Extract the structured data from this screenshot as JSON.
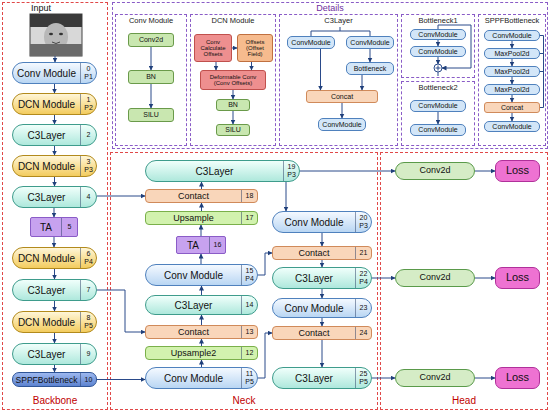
{
  "diagram": {
    "nodes": [
      {
        "text": [
          "Backbone"
        ]
      },
      {
        "text": [
          "Conv Module",
          "0",
          "P1"
        ],
        "in": 0
      },
      {
        "text": [
          "DCN Module",
          "1",
          "P2"
        ],
        "in": 0
      },
      {
        "text": [
          "C3Layer",
          "2"
        ],
        "in": 0
      },
      {
        "text": [
          "DCN Module",
          "3",
          "P3"
        ],
        "in": 0
      },
      {
        "text": [
          "C3Layer",
          "4"
        ],
        "in": 0
      },
      {
        "text": [
          "TA",
          "5"
        ],
        "in": 0
      },
      {
        "text": [
          "DCN Module",
          "6",
          "P4"
        ],
        "in": 0
      },
      {
        "text": [
          "C3Layer",
          "7"
        ],
        "in": 0
      },
      {
        "text": [
          "DCN Module",
          "8",
          "P5"
        ],
        "in": 0
      },
      {
        "text": [
          "C3Layer",
          "9"
        ],
        "in": 0
      },
      {
        "text": [
          "SPPFBottleneck",
          "10"
        ],
        "in": 0
      },
      {
        "text": [
          "Details"
        ]
      },
      {
        "text": [
          "Conv Module"
        ],
        "in": 12
      },
      {
        "text": [
          "Conv2d"
        ],
        "in": 13
      },
      {
        "text": [
          "BN"
        ],
        "in": 13
      },
      {
        "text": [
          "SILU"
        ],
        "in": 13
      },
      {
        "text": [
          "DCN Module"
        ],
        "in": 12
      },
      {
        "text": [
          "Conv Calculate Offsets"
        ],
        "in": 17
      },
      {
        "text": [
          "Offsets (Offset Field)"
        ],
        "in": 17
      },
      {
        "text": [
          "Deformable Conv (Conv Offsets)"
        ],
        "in": 17
      },
      {
        "text": [
          "BN"
        ],
        "in": 17
      },
      {
        "text": [
          "SILU"
        ],
        "in": 17
      },
      {
        "text": [
          "C3Layer"
        ],
        "in": 12
      },
      {
        "text": [
          "ConvModule"
        ],
        "in": 23
      },
      {
        "text": [
          "ConvModule"
        ],
        "in": 23
      },
      {
        "text": [
          "Bottleneck"
        ],
        "in": 23
      },
      {
        "text": [
          "Concat"
        ],
        "in": 23
      },
      {
        "text": [
          "ConvModule"
        ],
        "in": 23
      },
      {
        "text": [
          "Bottleneck1"
        ],
        "in": 12
      },
      {
        "text": [
          "ConvModule"
        ],
        "in": 29
      },
      {
        "text": [
          "ConvModule"
        ],
        "in": 29
      },
      {
        "text": [
          "Bottleneck2"
        ],
        "in": 12
      },
      {
        "text": [
          "ConvModule"
        ],
        "in": 32
      },
      {
        "text": [
          "ConvModule"
        ],
        "in": 32
      },
      {
        "text": [
          "SPPFBottleneck"
        ],
        "in": 12
      },
      {
        "text": [
          "ConvModule"
        ],
        "in": 35
      },
      {
        "text": [
          "MaxPool2d"
        ],
        "in": 35
      },
      {
        "text": [
          "MaxPool2d"
        ],
        "in": 35
      },
      {
        "text": [
          "MaxPool2d"
        ],
        "in": 35
      },
      {
        "text": [
          "Concat"
        ],
        "in": 35
      },
      {
        "text": [
          "ConvModule"
        ],
        "in": 35
      },
      {
        "text": [
          "Neck"
        ]
      },
      {
        "text": [
          "C3Layer",
          "19",
          "P3"
        ],
        "in": 42
      },
      {
        "text": [
          "Contact",
          "18"
        ],
        "in": 42
      },
      {
        "text": [
          "Upsample",
          "17"
        ],
        "in": 42
      },
      {
        "text": [
          "TA",
          "16"
        ],
        "in": 42
      },
      {
        "text": [
          "Conv Module",
          "15",
          "P4"
        ],
        "in": 42
      },
      {
        "text": [
          "C3Layer",
          "14"
        ],
        "in": 42
      },
      {
        "text": [
          "Contact",
          "13"
        ],
        "in": 42
      },
      {
        "text": [
          "Upsample2",
          "12"
        ],
        "in": 42
      },
      {
        "text": [
          "Conv Module",
          "11",
          "P5"
        ],
        "in": 42
      },
      {
        "text": [
          "Conv Module",
          "20",
          "P3"
        ],
        "in": 42
      },
      {
        "text": [
          "Contact",
          "21"
        ],
        "in": 42
      },
      {
        "text": [
          "C3Layer",
          "22",
          "P4"
        ],
        "in": 42
      },
      {
        "text": [
          "Conv Module",
          "23"
        ],
        "in": 42
      },
      {
        "text": [
          "Contact",
          "24"
        ],
        "in": 42
      },
      {
        "text": [
          "C3Layer",
          "25",
          "P5"
        ],
        "in": 42
      },
      {
        "text": [
          "Head"
        ]
      },
      {
        "text": [
          "Conv2d"
        ],
        "in": 58
      },
      {
        "text": [
          "Loss"
        ],
        "in": 58
      },
      {
        "text": [
          "Conv2d"
        ],
        "in": 58
      },
      {
        "text": [
          "Loss"
        ],
        "in": 58
      },
      {
        "text": [
          "Conv2d"
        ],
        "in": 58
      },
      {
        "text": [
          "Loss"
        ],
        "in": 58
      }
    ],
    "edges": [
      {
        "from": 1,
        "to": 2,
        "arrow": "to"
      },
      {
        "from": 2,
        "to": 3,
        "arrow": "to"
      },
      {
        "from": 3,
        "to": 4,
        "arrow": "to"
      },
      {
        "from": 4,
        "to": 5,
        "arrow": "to"
      },
      {
        "from": 5,
        "to": 6,
        "arrow": "to"
      },
      {
        "from": 6,
        "to": 7,
        "arrow": "to"
      },
      {
        "from": 7,
        "to": 8,
        "arrow": "to"
      },
      {
        "from": 8,
        "to": 9,
        "arrow": "to"
      },
      {
        "from": 9,
        "to": 10,
        "arrow": "to"
      },
      {
        "from": 10,
        "to": 11,
        "arrow": "to"
      },
      {
        "from": 11,
        "to": 51,
        "arrow": "to"
      },
      {
        "from": 51,
        "to": 50,
        "arrow": "to"
      },
      {
        "from": 50,
        "to": 49,
        "arrow": "to"
      },
      {
        "from": 49,
        "to": 48,
        "arrow": "to"
      },
      {
        "from": 48,
        "to": 47,
        "arrow": "to"
      },
      {
        "from": 47,
        "to": 46,
        "arrow": "to"
      },
      {
        "from": 46,
        "to": 45,
        "arrow": "to"
      },
      {
        "from": 45,
        "to": 44,
        "arrow": "to"
      },
      {
        "from": 44,
        "to": 43,
        "arrow": "to"
      },
      {
        "from": 8,
        "to": 49,
        "arrow": "to"
      },
      {
        "from": 5,
        "to": 44,
        "arrow": "to"
      },
      {
        "from": 43,
        "to": 52,
        "arrow": "to"
      },
      {
        "from": 43,
        "to": 59,
        "arrow": "to"
      },
      {
        "from": 52,
        "to": 53,
        "arrow": "to"
      },
      {
        "from": 47,
        "to": 53,
        "arrow": "to"
      },
      {
        "from": 53,
        "to": 54,
        "arrow": "to"
      },
      {
        "from": 54,
        "to": 55,
        "arrow": "to"
      },
      {
        "from": 55,
        "to": 56,
        "arrow": "to"
      },
      {
        "from": 51,
        "to": 56,
        "arrow": "to"
      },
      {
        "from": 56,
        "to": 57,
        "arrow": "to"
      },
      {
        "from": 54,
        "to": 61,
        "arrow": "to"
      },
      {
        "from": 57,
        "to": 63,
        "arrow": "to"
      },
      {
        "from": 59,
        "to": 60,
        "arrow": "to"
      },
      {
        "from": 61,
        "to": 62,
        "arrow": "to"
      },
      {
        "from": 63,
        "to": 64,
        "arrow": "to"
      },
      {
        "from": 14,
        "to": 15,
        "arrow": "to"
      },
      {
        "from": 15,
        "to": 16,
        "arrow": "to"
      },
      {
        "from": 18,
        "to": 19,
        "arrow": "to"
      },
      {
        "from": 19,
        "to": 20,
        "arrow": "to"
      },
      {
        "from": 18,
        "to": 20,
        "arrow": "to"
      },
      {
        "from": 20,
        "to": 21,
        "arrow": "to"
      },
      {
        "from": 21,
        "to": 22,
        "arrow": "to"
      },
      {
        "from": 24,
        "to": 27,
        "arrow": "to"
      },
      {
        "from": 25,
        "to": 26,
        "arrow": "to"
      },
      {
        "from": 26,
        "to": 27,
        "arrow": "to"
      },
      {
        "from": 27,
        "to": 28,
        "arrow": "to"
      },
      {
        "from": 30,
        "to": 31,
        "arrow": "to"
      },
      {
        "from": 33,
        "to": 34,
        "arrow": "to"
      },
      {
        "from": 36,
        "to": 37,
        "arrow": "to"
      },
      {
        "from": 37,
        "to": 38,
        "arrow": "to"
      },
      {
        "from": 38,
        "to": 39,
        "arrow": "to"
      },
      {
        "from": 39,
        "to": 40,
        "arrow": "to"
      },
      {
        "from": 40,
        "to": 41,
        "arrow": "to"
      }
    ],
    "labels": [
      "Input"
    ]
  }
}
